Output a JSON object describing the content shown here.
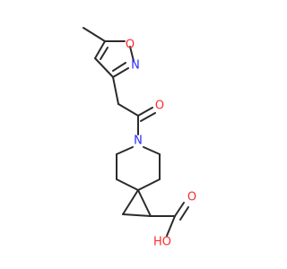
{
  "molecule": {
    "atoms": {
      "o_ring": {
        "label": "O",
        "color": "#ff2a2a"
      },
      "n_ring": {
        "label": "N",
        "color": "#2a2aff"
      },
      "o_ketone": {
        "label": "O",
        "color": "#ff2a2a"
      },
      "n_amide": {
        "label": "N",
        "color": "#2a2aff"
      },
      "oh_acid": {
        "label": "HO",
        "color": "#ff2a2a"
      },
      "o_acid": {
        "label": "O",
        "color": "#ff2a2a"
      }
    }
  }
}
